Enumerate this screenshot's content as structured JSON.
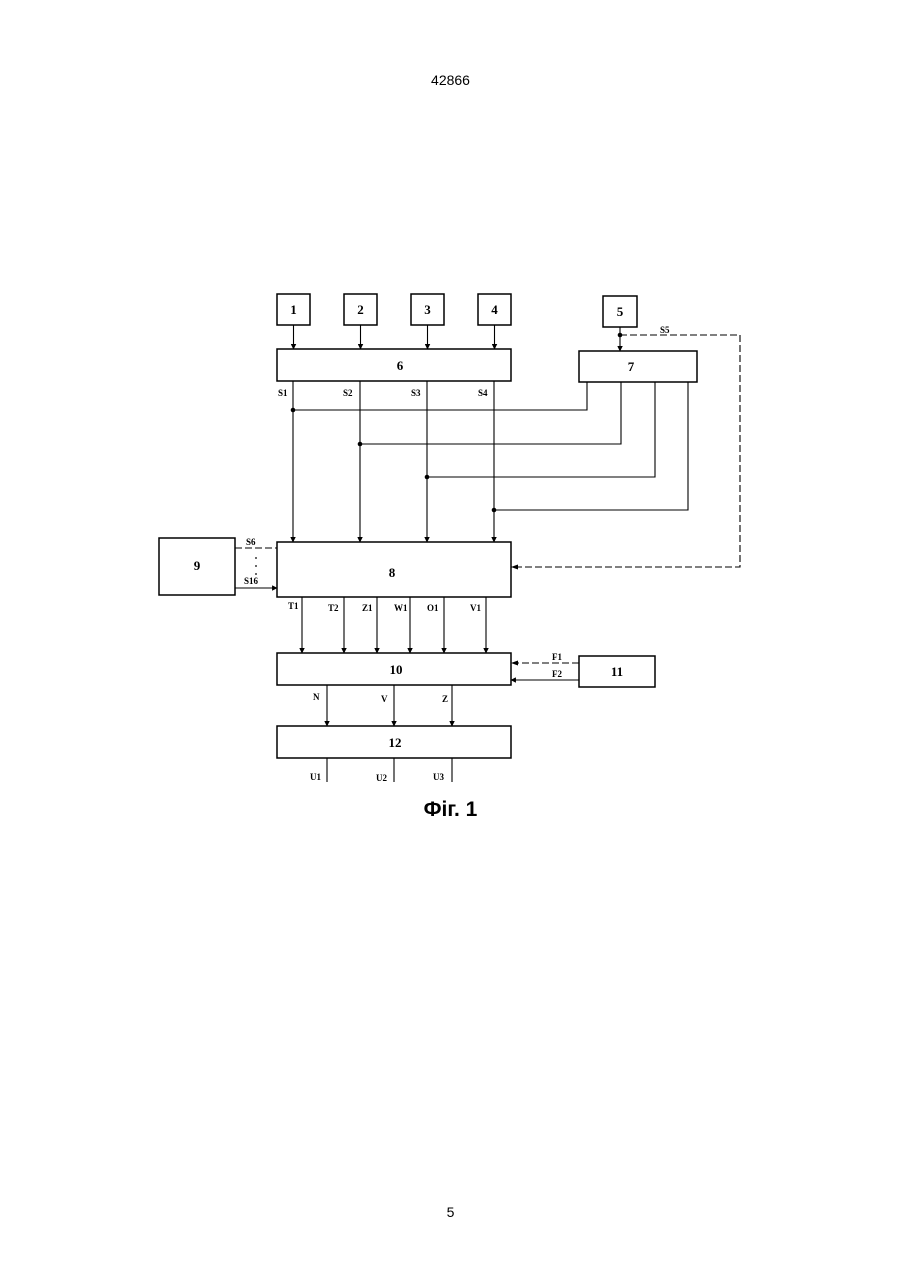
{
  "header": {
    "document_number": "42866"
  },
  "footer": {
    "page_number": "5"
  },
  "figure": {
    "caption": "Фіг. 1",
    "blocks": {
      "b1": "1",
      "b2": "2",
      "b3": "3",
      "b4": "4",
      "b5": "5",
      "b6": "6",
      "b7": "7",
      "b8": "8",
      "b9": "9",
      "b10": "10",
      "b11": "11",
      "b12": "12"
    },
    "signals": {
      "s1": "S1",
      "s2": "S2",
      "s3": "S3",
      "s4": "S4",
      "s5": "S5",
      "s6": "S6",
      "s16": "S16",
      "t1": "T1",
      "t2": "T2",
      "z1": "Z1",
      "w1": "W1",
      "o1": "O1",
      "v1": "V1",
      "f1": "F1",
      "f2": "F2",
      "n": "N",
      "v": "V",
      "z": "Z",
      "u1": "U1",
      "u2": "U2",
      "u3": "U3"
    }
  }
}
